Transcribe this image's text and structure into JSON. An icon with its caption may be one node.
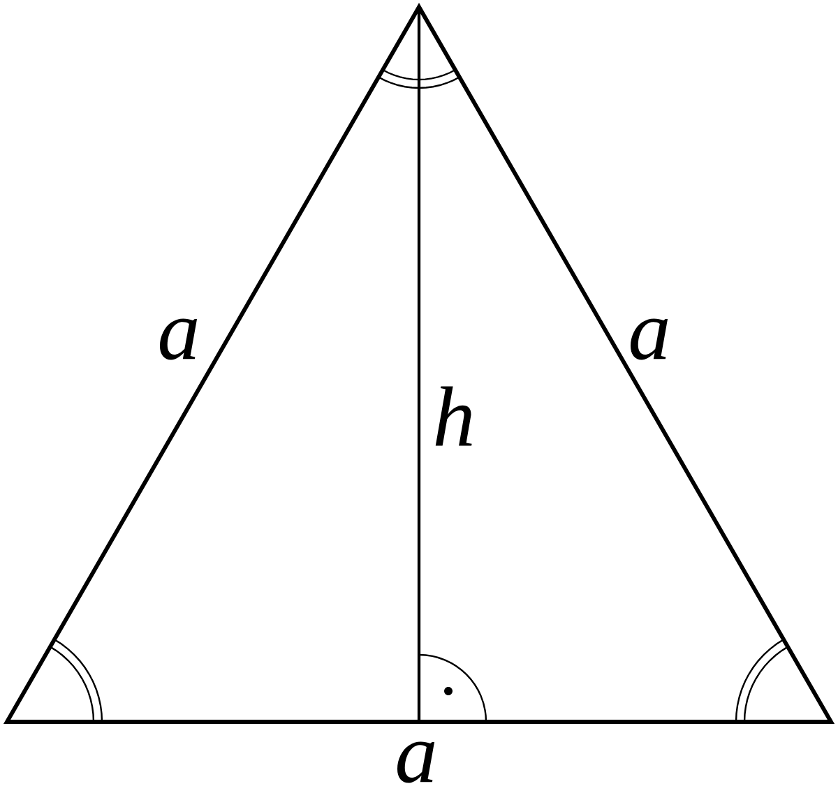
{
  "diagram": {
    "labels": [
      "a",
      "a",
      "h",
      "a"
    ]
  }
}
